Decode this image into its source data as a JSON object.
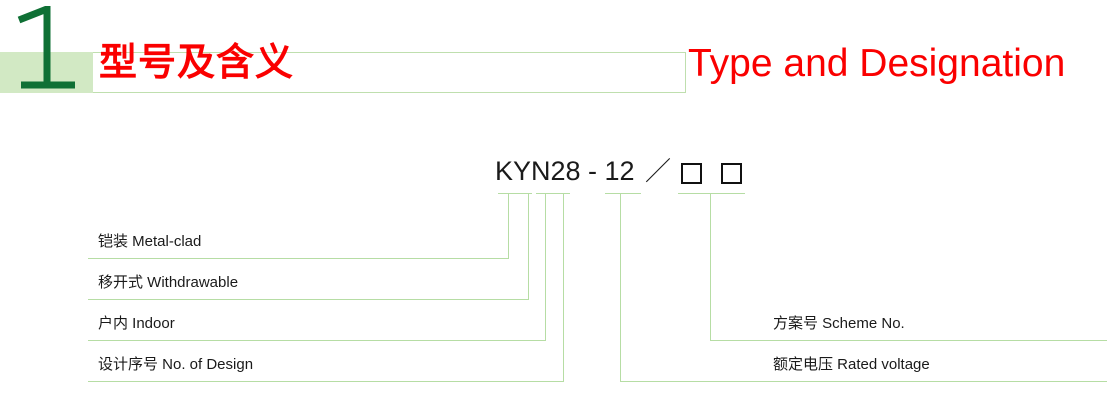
{
  "header": {
    "numeral": "1",
    "title_cn": "型号及含义",
    "title_en": "Type and Designation",
    "accent_color": "#fa0000",
    "band_color": "#d2e9c4",
    "numeral_color": "#0f7035",
    "line_color": "#b6dda4"
  },
  "model": {
    "main": "KYN28 - 12",
    "slash": "／",
    "box_1": "",
    "box_2": ""
  },
  "left_labels": [
    {
      "cn": "铠装",
      "en": "Metal-clad",
      "text": "铠装 Metal-clad"
    },
    {
      "cn": "移开式",
      "en": "Withdrawable",
      "text": "移开式 Withdrawable"
    },
    {
      "cn": "户内",
      "en": "Indoor",
      "text": "户内 Indoor"
    },
    {
      "cn": "设计序号",
      "en": "No. of Design",
      "text": "设计序号 No. of Design"
    }
  ],
  "right_labels": [
    {
      "cn": "方案号",
      "en": "Scheme No.",
      "text": "方案号 Scheme No."
    },
    {
      "cn": "额定电压",
      "en": "Rated voltage",
      "text": "额定电压 Rated voltage"
    }
  ]
}
